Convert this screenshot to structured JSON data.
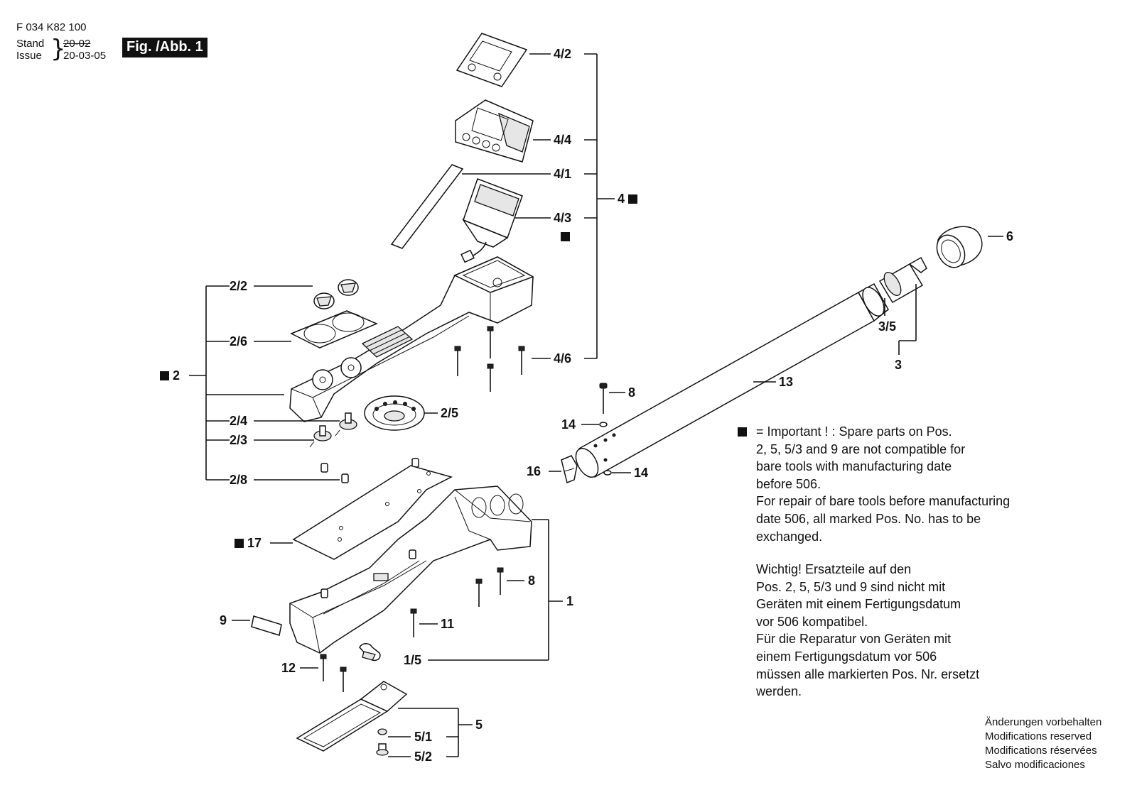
{
  "header": {
    "part_number": "F 034 K82 100",
    "stand_label": "Stand",
    "issue_label": "Issue",
    "old_date": "20-02",
    "new_date": "20-03-05",
    "figure_label": "Fig. /Abb. 1"
  },
  "callouts": {
    "c4_2": "4/2",
    "c4_4": "4/4",
    "c4_1": "4/1",
    "c4_3": "4/3",
    "c4": "4",
    "c4_6": "4/6",
    "c6": "6",
    "c3_5": "3/5",
    "c3": "3",
    "c2_2": "2/2",
    "c2_6": "2/6",
    "c2": "2",
    "c2_5": "2/5",
    "c2_4": "2/4",
    "c2_3": "2/3",
    "c2_8": "2/8",
    "c8a": "8",
    "c14a": "14",
    "c13": "13",
    "c16": "16",
    "c14b": "14",
    "c17": "17",
    "c8b": "8",
    "c1": "1",
    "c9": "9",
    "c11": "11",
    "c1_5": "1/5",
    "c12": "12",
    "c5": "5",
    "c5_1": "5/1",
    "c5_2": "5/2"
  },
  "note_en": [
    "= Important ! :  Spare parts on Pos.",
    "2, 5, 5/3 and 9 are not compatible for",
    "bare  tools with manufacturing date",
    "before 506.",
    "For repair of bare tools before manufacturing",
    "date 506, all marked Pos. No. has to be",
    "exchanged."
  ],
  "note_de": [
    "Wichtig! Ersatzteile auf den",
    "Pos. 2, 5, 5/3 und 9 sind nicht mit",
    "Geräten mit einem Fertigungsdatum",
    "vor 506 kompatibel.",
    "Für die Reparatur von Geräten mit",
    "einem Fertigungsdatum vor 506",
    "müssen alle markierten  Pos. Nr. ersetzt",
    "werden."
  ],
  "modifications": [
    "Änderungen vorbehalten",
    "Modifications reserved",
    "Modifications réservées",
    "Salvo modificaciones"
  ]
}
